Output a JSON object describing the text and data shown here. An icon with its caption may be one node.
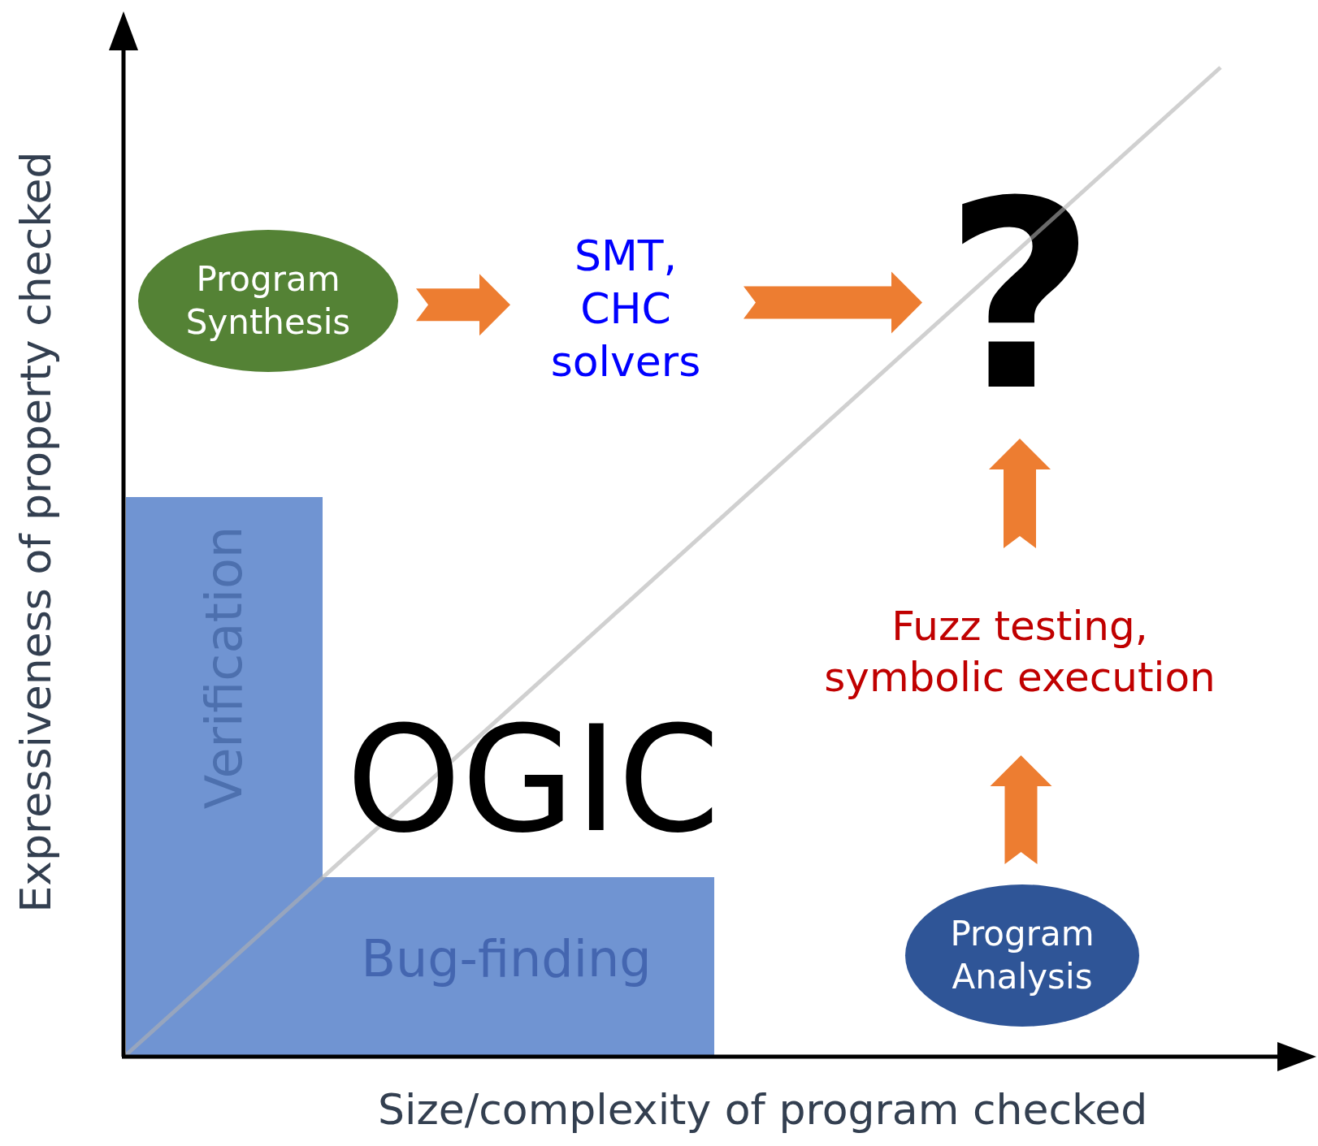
{
  "diagram": {
    "nodes": [
      {
        "text": [
          "Program Synthesis"
        ]
      },
      {
        "text": [
          "SMT, CHC solvers"
        ]
      },
      {
        "text": [
          "?"
        ]
      },
      {
        "text": [
          "Fuzz testing, symbolic execution"
        ]
      },
      {
        "text": [
          "Program Analysis"
        ]
      },
      {
        "text": [
          "Verification"
        ]
      },
      {
        "text": [
          "Bug-finding"
        ]
      }
    ],
    "edges": [
      {
        "from": 0,
        "to": 1,
        "arrow": "to"
      },
      {
        "from": 1,
        "to": 2,
        "arrow": "to"
      },
      {
        "from": 4,
        "to": 3,
        "arrow": "to"
      },
      {
        "from": 3,
        "to": 2,
        "arrow": "to"
      }
    ],
    "labels": [
      "OGIC",
      "Expressiveness of property checked",
      "Size/complexity of program checked"
    ]
  }
}
